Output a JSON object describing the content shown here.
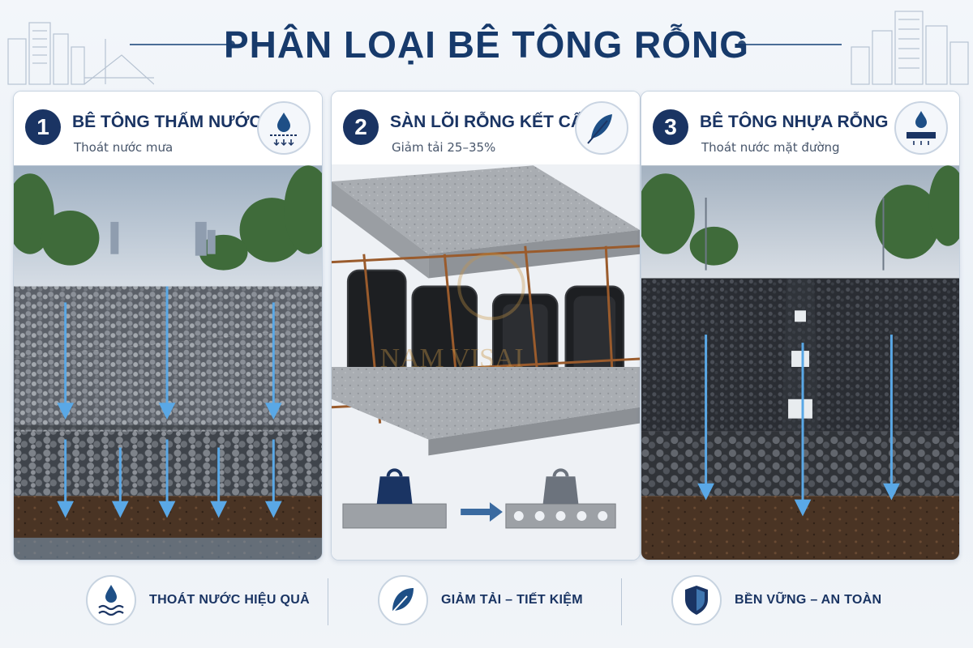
{
  "title": "PHÂN LOẠI BÊ TÔNG RỖNG",
  "panels": [
    {
      "number": "1",
      "title": "BÊ TÔNG THẤM NƯỚC",
      "subtitle": "Thoát nước mưa",
      "icon": "water-drop-drain-icon"
    },
    {
      "number": "2",
      "title": "SÀN LÕI RỖNG KẾT CẤU",
      "subtitle": "Giảm tải 25–35%",
      "icon": "feather-icon",
      "watermark": "NAM VISAI"
    },
    {
      "number": "3",
      "title": "BÊ TÔNG NHỰA RỖNG",
      "subtitle": "Thoát nước mặt đường",
      "icon": "water-drop-road-icon"
    }
  ],
  "features": [
    {
      "label": "THOÁT NƯỚC HIỆU QUẢ",
      "icon": "water-drop-waves-icon"
    },
    {
      "label": "GIẢM TẢI – TIẾT KIỆM",
      "icon": "leaf-icon"
    },
    {
      "label": "BỀN VỮNG – AN TOÀN",
      "icon": "shield-icon"
    }
  ],
  "colors": {
    "navy": "#1a3463",
    "accent_blue": "#3f86c9",
    "border": "#c7d3e0"
  }
}
